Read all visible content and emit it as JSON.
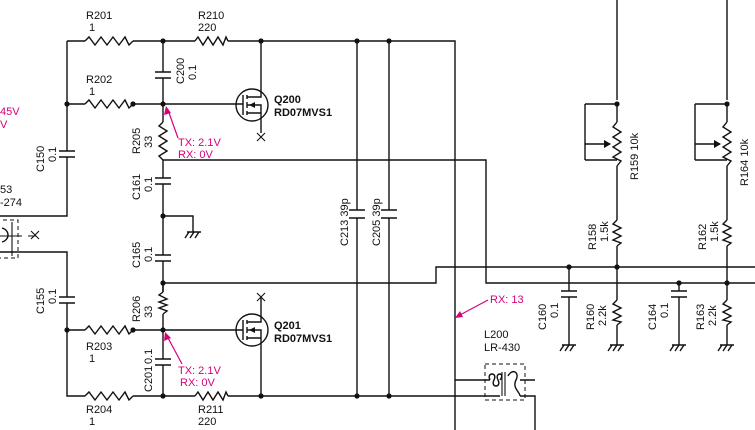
{
  "labels": {
    "r201": "R201",
    "r201_val": "1",
    "r202": "R202",
    "r202_val": "1",
    "r210": "R210",
    "r210_val": "220",
    "c200": "C200",
    "c200_val": "0.1",
    "q200": "Q200",
    "q200_type": "RD07MVS1",
    "r205": "R205",
    "r205_val": "33",
    "c150": "C150",
    "c150_val": "0.1",
    "c161": "C161",
    "c161_val": "0.1",
    "c165": "C165",
    "c165_val": "0.1",
    "c213": "C213 39p",
    "c205": "C205 39p",
    "c155": "C155",
    "c155_val": "0.1",
    "r206": "R206",
    "r206_val": "33",
    "r203": "R203",
    "r203_val": "1",
    "q201": "Q201",
    "q201_type": "RD07MVS1",
    "c201": "C201",
    "c201_val": "0.1",
    "r204": "R204",
    "r204_val": "1",
    "r211": "R211",
    "r211_val": "220",
    "l200": "L200",
    "l200_type": "LR-430",
    "r159": "R159 10k",
    "r164": "R164 10k",
    "r158": "R158",
    "r158_val": "1.5k",
    "r162": "R162",
    "r162_val": "1.5k",
    "c160": "C160",
    "c160_val": "0.1",
    "r160": "R160",
    "r160_val": "2.2k",
    "c164": "C164",
    "c164_val": "0.1",
    "r163": "R163",
    "r163_val": "2.2k",
    "t_left_frag": "-274",
    "t_left_frag2": "53"
  },
  "annotations": {
    "tx_top": "TX: 2.1V",
    "rx_top": "RX: 0V",
    "tx_bot": "TX: 2.1V",
    "rx_bot": "RX: 0V",
    "rx13": "RX: 13",
    "left_volt": "45V",
    "left_volt2": "V"
  },
  "colors": {
    "annotation": "#d6007a",
    "wire": "#111111"
  }
}
